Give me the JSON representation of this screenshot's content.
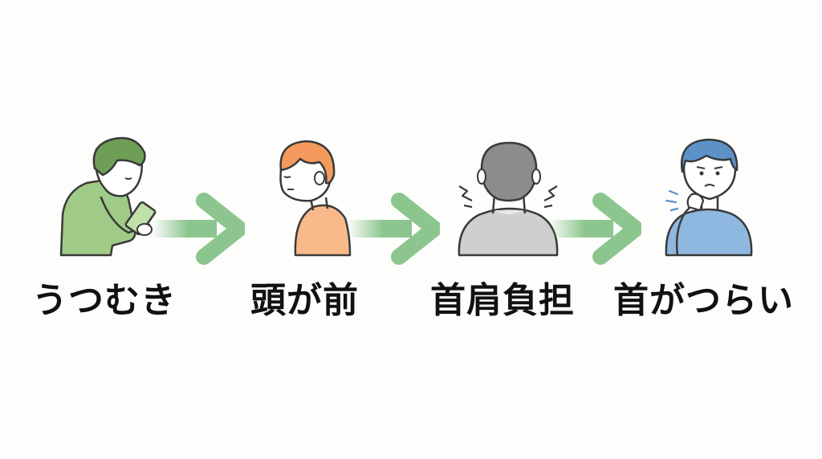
{
  "steps": [
    {
      "label": "うつむき"
    },
    {
      "label": "頭が前"
    },
    {
      "label": "首肩負担"
    },
    {
      "label": "首がつらい"
    }
  ],
  "colors": {
    "step1": "#9fcb86",
    "step2": "#f7a56b",
    "step3": "#bdbdbd",
    "step4": "#8fb8e0",
    "arrow": "#8cc68e",
    "text": "#111111"
  },
  "icons": [
    "person-looking-at-phone-icon",
    "person-head-forward-icon",
    "neck-shoulder-pain-icon",
    "person-neck-pain-icon"
  ]
}
